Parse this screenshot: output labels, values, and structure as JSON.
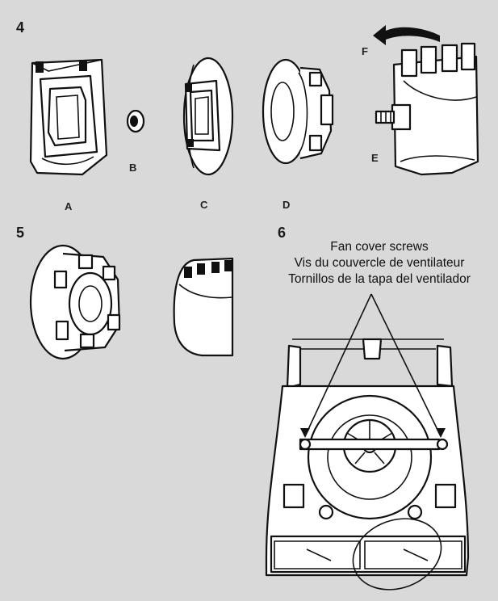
{
  "steps": {
    "step4": "4",
    "step5": "5",
    "step6": "6"
  },
  "part_labels": {
    "a": "A",
    "b": "B",
    "c": "C",
    "d": "D",
    "e": "E",
    "f": "F"
  },
  "callout": {
    "en": "Fan cover screws",
    "fr": "Vis du couvercle de ventilateur",
    "es": "Tornillos de la tapa del ventilador"
  },
  "colors": {
    "background": "#d9d9d9",
    "line": "#111111",
    "part_fill": "#ffffff"
  },
  "icons": [
    "rotation-arrow-icon"
  ]
}
